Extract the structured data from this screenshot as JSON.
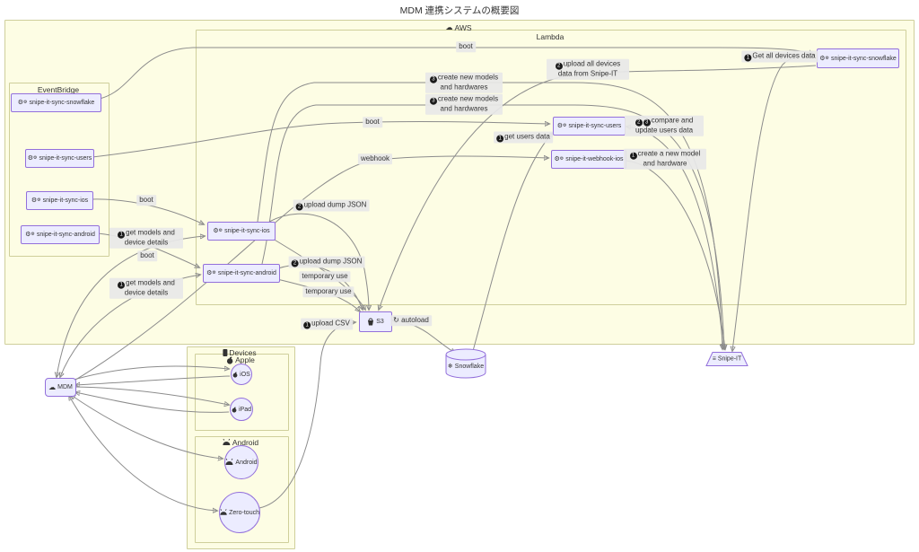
{
  "title": "MDM 連携システムの概要図",
  "colors": {
    "container_fill": "#fdfde4",
    "container_border": "#cfcf9b",
    "node_fill": "#ececff",
    "node_border": "#9370db",
    "edge": "#8c8c8c",
    "edge_label_bg": "#e8e8e8",
    "text": "#333333"
  },
  "icons": {
    "cloud": "☁",
    "gear": "⚙",
    "snowflake": "❄",
    "menu": "≡",
    "refresh": "↻"
  },
  "containers": {
    "aws": "AWS",
    "lambda": "Lambda",
    "eventbridge": "EventBridge",
    "devices": "Devices",
    "apple": "Apple",
    "android": "Android"
  },
  "nodes": {
    "eb_snowflake": "snipe-it-sync-snowflake",
    "eb_users": "snipe-it-sync-users",
    "eb_ios": "snipe-it-sync-ios",
    "eb_android": "snipe-it-sync-android",
    "l_ios": "snipe-it-sync-ios",
    "l_android": "snipe-it-sync-android",
    "l_users": "snipe-it-sync-users",
    "l_webhook": "snipe-it-webhook-ios",
    "l_snowflake": "snipe-it-sync-snowflake",
    "s3": "S3",
    "snowflake": "Snowflake",
    "snipeit": "Snipe-IT",
    "mdm": "MDM",
    "ios": "iOS",
    "ipad": "iPad",
    "android": "Android",
    "zerotouch": "Zero-touch"
  },
  "edges": {
    "boot": "boot",
    "webhook": "webhook",
    "temporary_use": "temporary use",
    "autoload": "autoload",
    "get_models": {
      "step": "1",
      "label": "get models and device details"
    },
    "upload_dump": {
      "step": "2",
      "label": "upload dump JSON"
    },
    "create_models": {
      "step": "3",
      "label": "create new models and hardwares"
    },
    "upload_csv": {
      "step": "1",
      "label": "upload CSV"
    },
    "get_users": {
      "step": "1",
      "label": "get users data"
    },
    "compare_update": {
      "step_a": "2",
      "step_b": "3",
      "label": "compare and update users data"
    },
    "create_model": {
      "step": "1",
      "label": "create a new model and hardware"
    },
    "get_all_devices": {
      "step": "1",
      "label": "Get all devices data"
    },
    "upload_all_devices": {
      "step": "2",
      "label": "upload all devices data from Snipe-IT"
    }
  }
}
